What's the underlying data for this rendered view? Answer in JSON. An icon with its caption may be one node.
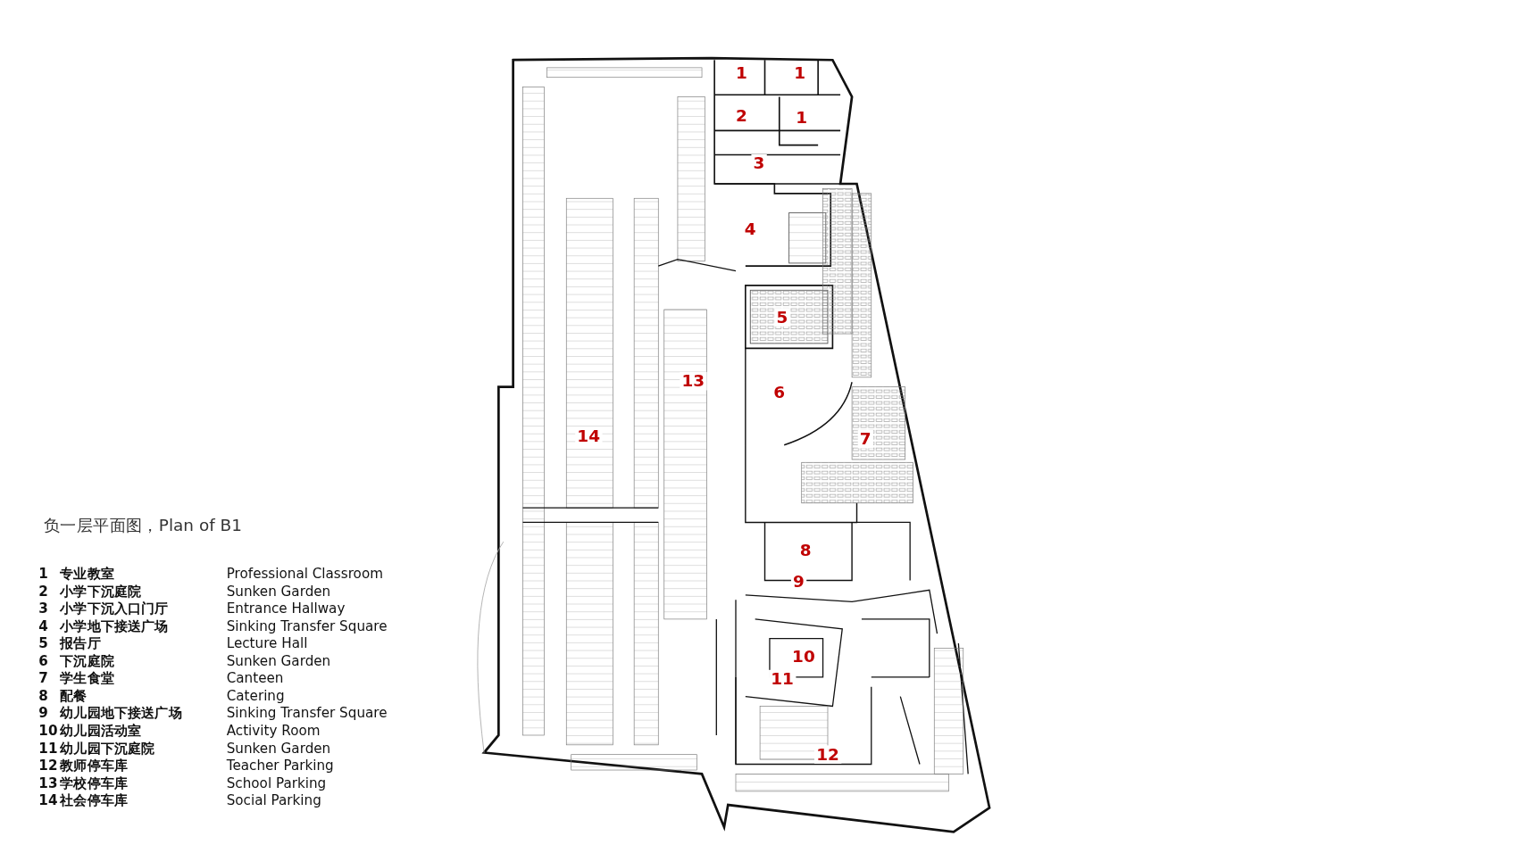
{
  "diagram": {
    "title": "负一层平面图，Plan of B1",
    "labels": [
      "1",
      "1",
      "2",
      "1",
      "3",
      "4",
      "5",
      "13",
      "6",
      "14",
      "7",
      "8",
      "9",
      "10",
      "11",
      "12",
      "1",
      "专业教室",
      "Professional Classroom",
      "2",
      "小学下沉庭院",
      "Sunken Garden",
      "3",
      "小学下沉入口门厅",
      "Entrance Hallway",
      "4",
      "小学地下接送广场",
      "Sinking Transfer Square",
      "5",
      "报告厅",
      "Lecture Hall",
      "6",
      "下沉庭院",
      "Sunken Garden",
      "7",
      "学生食堂",
      "Canteen",
      "8",
      "配餐",
      "Catering",
      "9",
      "幼儿园地下接送广场",
      "Sinking Transfer Square",
      "10",
      "幼儿园活动室",
      "Activity Room",
      "11",
      "幼儿园下沉庭院",
      "Sunken Garden",
      "12",
      "教师停车库",
      "Teacher Parking",
      "13",
      "学校停车库",
      "School Parking",
      "14",
      "社会停车库",
      "Social Parking"
    ]
  }
}
